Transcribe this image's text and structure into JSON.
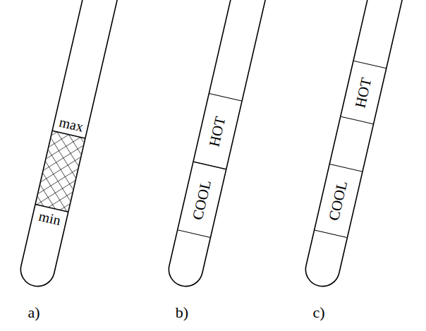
{
  "diagram": {
    "nodes": [
      {
        "text": [
          "COOL"
        ]
      },
      {
        "text": [
          "HOT"
        ]
      },
      {
        "text": [
          "COOL"
        ]
      },
      {
        "text": [
          "HOT"
        ]
      }
    ],
    "labels": [
      "max",
      "min",
      "a)",
      "b)",
      "c)"
    ]
  }
}
